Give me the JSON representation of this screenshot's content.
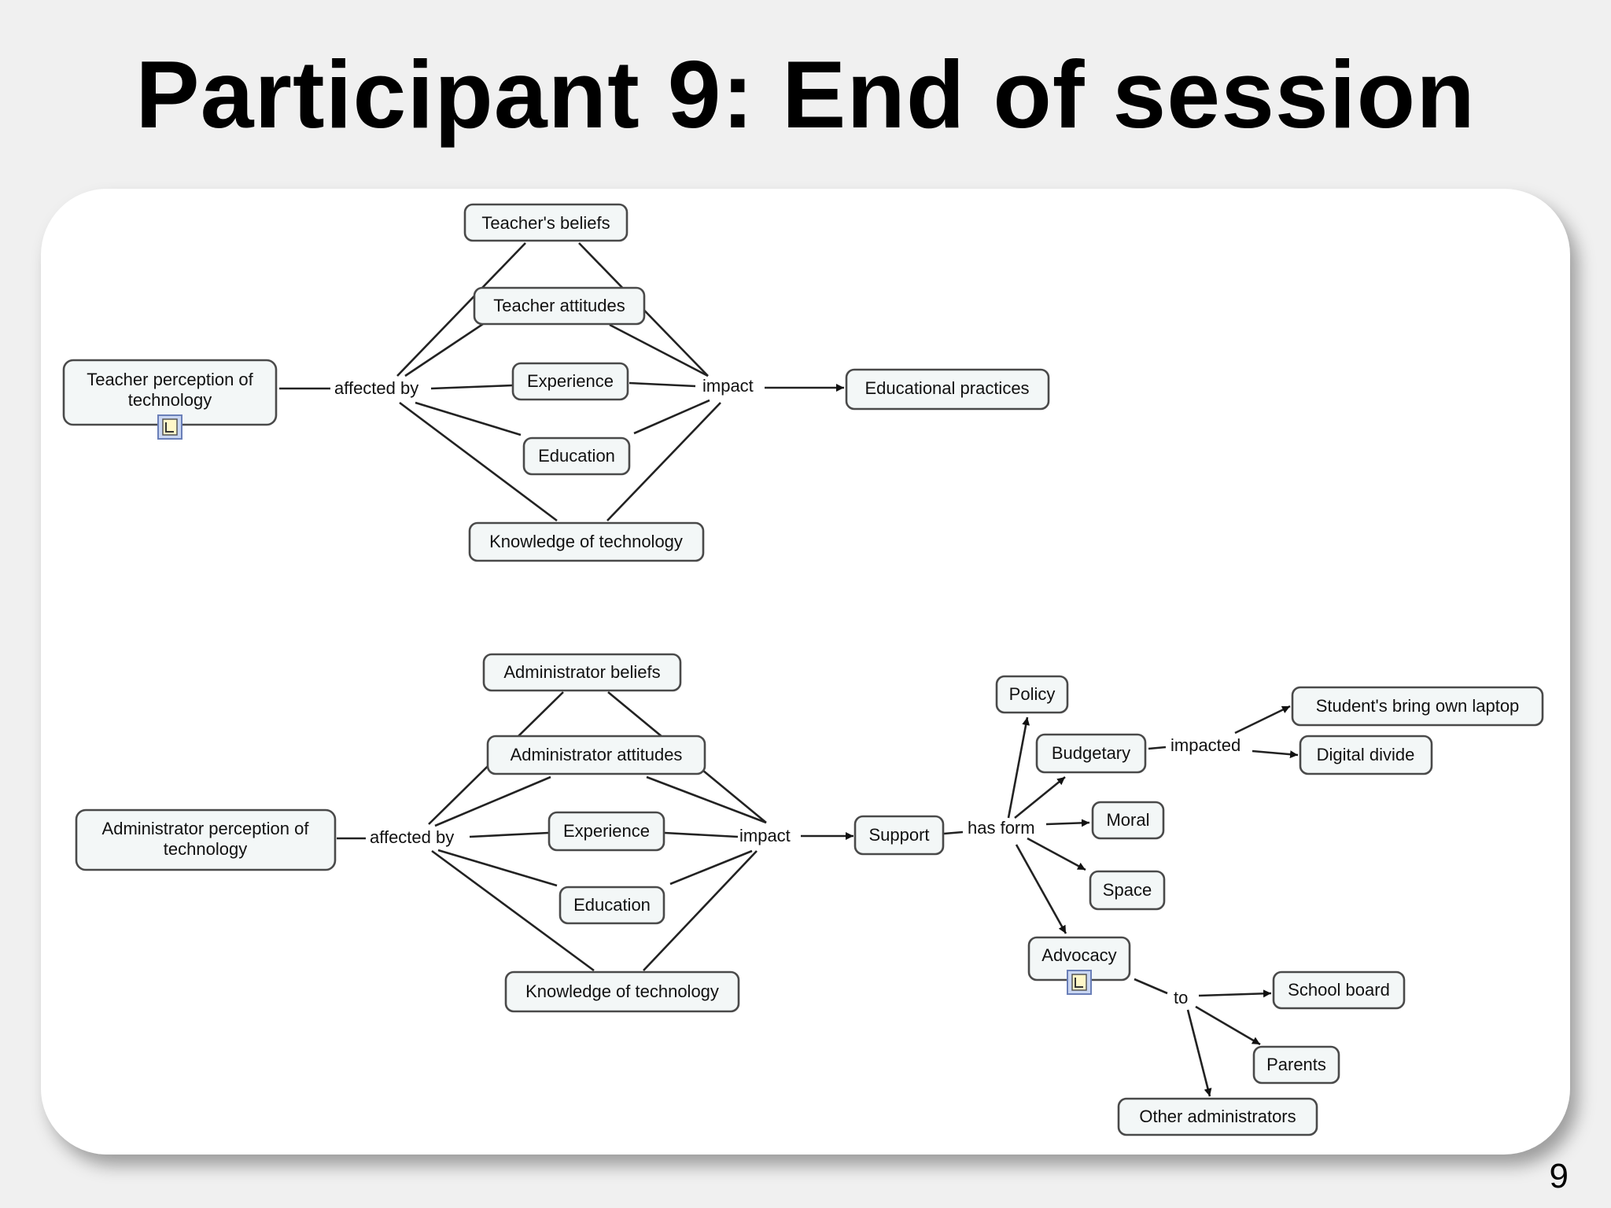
{
  "slide": {
    "title": "Participant 9: End of session",
    "page_number": "9"
  },
  "concept_map": {
    "teacher": {
      "perception": [
        "Teacher perception of",
        "technology"
      ],
      "affected_by": "affected by",
      "impact": "impact",
      "beliefs": "Teacher's beliefs",
      "attitudes": "Teacher attitudes",
      "experience": "Experience",
      "education": "Education",
      "knowledge": "Knowledge of technology",
      "practices": "Educational practices"
    },
    "admin": {
      "perception": [
        "Administrator perception of",
        "technology"
      ],
      "affected_by": "affected by",
      "impact": "impact",
      "beliefs": "Administrator beliefs",
      "attitudes": "Administrator attitudes",
      "experience": "Experience",
      "education": "Education",
      "knowledge": "Knowledge of technology",
      "support": "Support",
      "has_form": "has form",
      "policy": "Policy",
      "budgetary": "Budgetary",
      "impacted": "impacted",
      "laptop": "Student's bring own laptop",
      "divide": "Digital divide",
      "moral": "Moral",
      "space": "Space",
      "advocacy": "Advocacy",
      "to": "to",
      "school_board": "School board",
      "parents": "Parents",
      "other_admins": "Other administrators"
    }
  }
}
